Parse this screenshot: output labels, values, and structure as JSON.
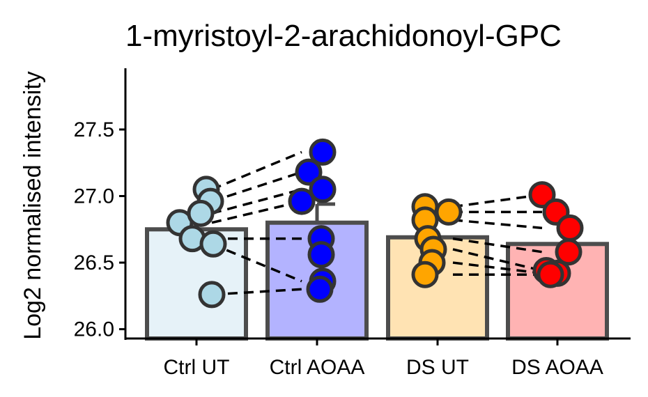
{
  "chart_data": {
    "type": "bar",
    "title": "1-myristoyl-2-arachidonoyl-GPC",
    "ylabel": "Log2 normalised intensity",
    "xlabel": "",
    "ylim": [
      25.93,
      27.96
    ],
    "yticks": [
      "26.0",
      "26.5",
      "27.0",
      "27.5"
    ],
    "categories": [
      "Ctrl UT",
      "Ctrl AOAA",
      "DS UT",
      "DS AOAA"
    ],
    "bar_values": [
      26.75,
      26.8,
      26.69,
      26.64
    ],
    "bar_fill_colors": [
      "#e6f2f8",
      "#b3b3ff",
      "#ffe3b3",
      "#ffb3b3"
    ],
    "point_colors": [
      "#add8e6",
      "#0000ff",
      "#ffa500",
      "#ff0000"
    ],
    "error_bar_tops": [
      null,
      26.94,
      null,
      null
    ],
    "points": [
      [
        27.05,
        26.96,
        26.8,
        26.87,
        26.68,
        26.64,
        26.26
      ],
      [
        27.33,
        27.18,
        26.96,
        27.05,
        26.68,
        26.56,
        26.36,
        26.3
      ],
      [
        26.92,
        26.88,
        26.82,
        26.68,
        26.6,
        26.5,
        26.41
      ],
      [
        27.01,
        26.88,
        26.76,
        26.58,
        26.44,
        26.42,
        26.41
      ]
    ],
    "pairs": [
      [
        [
          27.05,
          27.33
        ],
        [
          26.96,
          27.18
        ],
        [
          26.87,
          27.05
        ],
        [
          26.8,
          26.96
        ],
        [
          26.68,
          26.68
        ],
        [
          26.64,
          26.36
        ],
        [
          26.26,
          26.3
        ]
      ],
      [
        [
          26.92,
          27.01
        ],
        [
          26.88,
          26.88
        ],
        [
          26.82,
          26.76
        ],
        [
          26.68,
          26.58
        ],
        [
          26.6,
          26.44
        ],
        [
          26.5,
          26.42
        ],
        [
          26.41,
          26.41
        ]
      ]
    ],
    "grid": false,
    "legend": "none"
  }
}
